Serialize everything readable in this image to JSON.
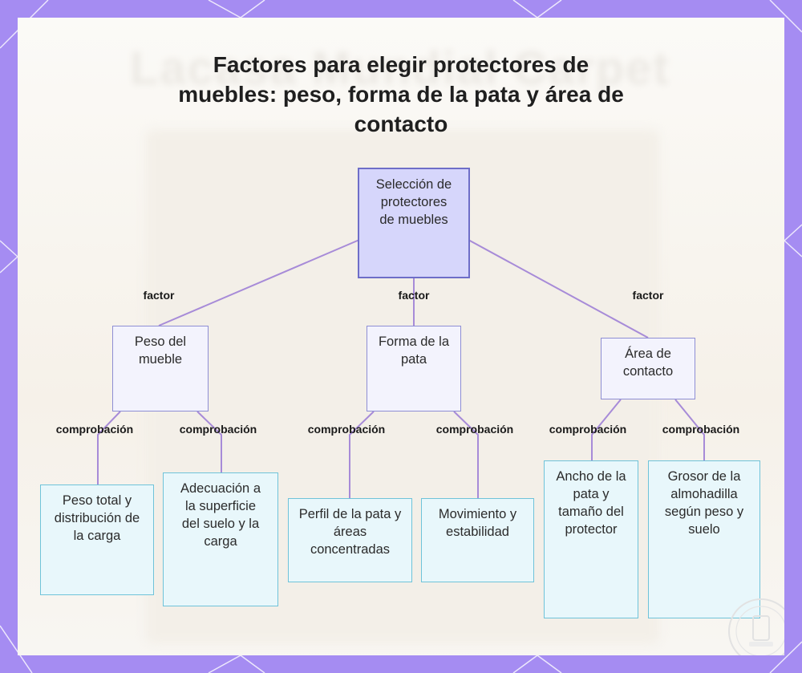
{
  "title": "Factores para elegir protectores de muebles: peso, forma de la pata y área de contacto",
  "background_text": "Lacasa Mundial Carpet",
  "colors": {
    "frame": "#a58cf2",
    "root_fill": "#d6d6fb",
    "mid_fill": "#f3f3fd",
    "leaf_fill": "#e8f7fb",
    "edge": "#a78bd8"
  },
  "nodes": {
    "root": {
      "label": "Selección de protectores de muebles"
    },
    "peso": {
      "label": "Peso del mueble"
    },
    "forma": {
      "label": "Forma de la pata"
    },
    "area": {
      "label": "Área de contacto"
    },
    "peso_total": {
      "label": "Peso total y distribución de la carga"
    },
    "adecuacion": {
      "label": "Adecuación a la superficie del suelo y la carga"
    },
    "perfil": {
      "label": "Perfil de la pata y áreas concentradas"
    },
    "movimiento": {
      "label": "Movimiento y estabilidad"
    },
    "ancho": {
      "label": "Ancho de la pata y tamaño del protector"
    },
    "grosor": {
      "label": "Grosor de la almohadilla según peso y suelo"
    }
  },
  "edge_labels": {
    "factor_1": "factor",
    "factor_2": "factor",
    "factor_3": "factor",
    "comp_1": "comprobación",
    "comp_2": "comprobación",
    "comp_3": "comprobación",
    "comp_4": "comprobación",
    "comp_5": "comprobación",
    "comp_6": "comprobación"
  },
  "icons": {
    "watermark": "logo-seal-icon"
  }
}
